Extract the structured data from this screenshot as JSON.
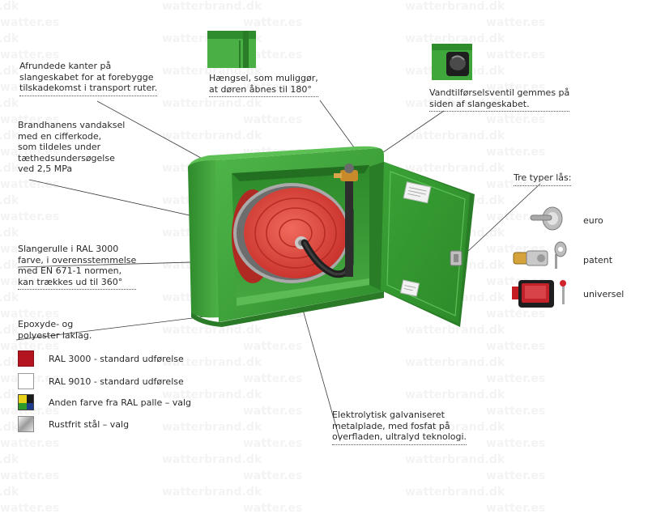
{
  "watermarks": [
    "watterbrand.dk",
    "watter.es"
  ],
  "callouts": {
    "rounded_edges": [
      "Afrundede kanter på",
      "slangeskabet for at forebygge",
      "tilskadekomst i transport ruter."
    ],
    "hinge": [
      "Hængsel, som muliggør,",
      "at døren åbnes til 180°"
    ],
    "water_valve": [
      "Vandtilførselsventil  gemmes på",
      "siden af slangeskabet."
    ],
    "shaft": [
      "Brandhanens vandaksel",
      "med en cifferkode,",
      "som tildeles under",
      "tæthedsundersøgelse",
      "ved 2,5 MPa"
    ],
    "reel": [
      "Slangerulle i RAL 3000",
      "farve, i overensstemmelse",
      "med EN 671-1 normen,",
      "kan trækkes ud til 360°"
    ],
    "coating": [
      "Epoxyde- og",
      "polyester laklag."
    ],
    "plate": [
      "Elektrolytisk galvaniseret",
      "metalplade, med fosfat på",
      "overfladen, ultralyd teknologi."
    ],
    "locks_title": "Tre typer lås:"
  },
  "locks": [
    "euro",
    "patent",
    "universel"
  ],
  "legend": [
    {
      "label": "RAL 3000 - standard udførelse",
      "color": "#b3141f"
    },
    {
      "label": "RAL 9010 - standard udførelse",
      "color": "#ffffff"
    },
    {
      "label": "Anden farve fra RAL palle – valg",
      "color": "multi"
    },
    {
      "label": "Rustfrit stål – valg",
      "color": "steel"
    }
  ],
  "colors": {
    "cabinet_green": "#3ea63a",
    "reel_red": "#e0443a",
    "lock_red": "#b3141f"
  }
}
